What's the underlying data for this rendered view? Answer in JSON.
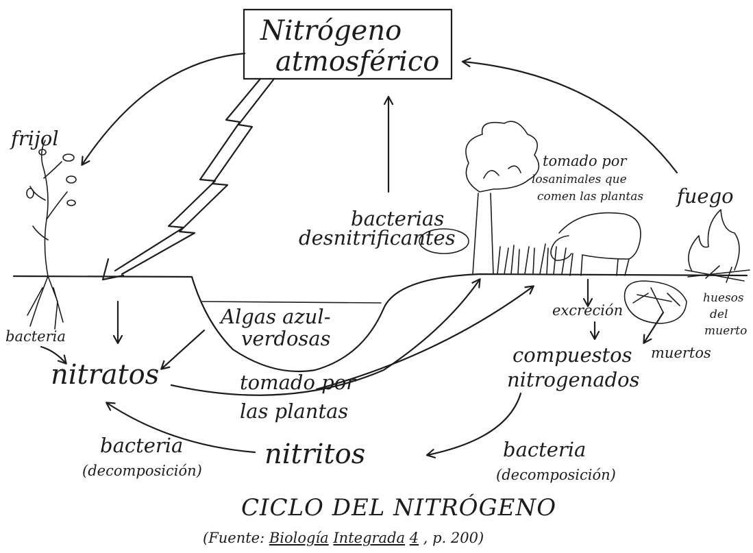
{
  "diagram": {
    "atmosphere_line1": "Nitrógeno",
    "atmosphere_line2": "atmosférico",
    "frijol": "frijol",
    "bacterias_line1": "bacterias",
    "bacterias_line2": "desnitrificantes",
    "tomado_animales_line1": "tomado por",
    "tomado_animales_line2": "losanimales que",
    "tomado_animales_line3": "comen las plantas",
    "fuego": "fuego",
    "algas_line1": "Algas azul-",
    "algas_line2": "verdosas",
    "bacteria_left": "bacteria",
    "nitratos": "nitratos",
    "tomado_plantas_line1": "tomado por",
    "tomado_plantas_line2": "las plantas",
    "excrecion": "excreción",
    "huesos_line1": "huesos",
    "huesos_line2": "del",
    "huesos_line3": "muerto",
    "muertos": "muertos",
    "compuestos_line1": "compuestos",
    "compuestos_line2": "nitrogenados",
    "bacteria_decomp_right_line1": "bacteria",
    "bacteria_decomp_right_line2": "(decomposición)",
    "nitritos": "nitritos",
    "bacteria_decomp_left_line1": "bacteria",
    "bacteria_decomp_left_line2": "(decomposición)",
    "title": "CICLO DEL NITRÓGENO",
    "source_prefix": "(Fuente: ",
    "source_book1": "Biología",
    "source_book2": "Integrada",
    "source_book3": "4",
    "source_suffix": " , p. 200)"
  }
}
